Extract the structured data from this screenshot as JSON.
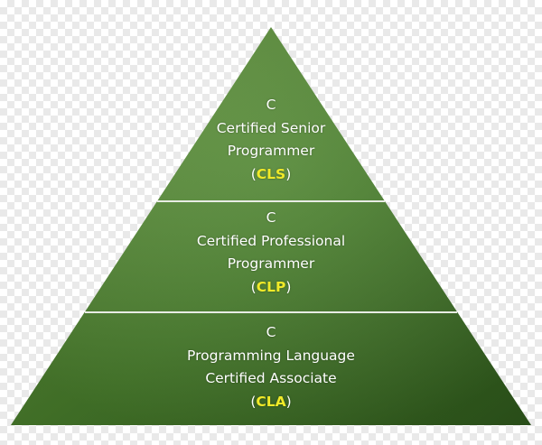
{
  "colors": {
    "pyramid_green": "#497f2c",
    "pyramid_green_dark": "#2f5a1c",
    "pyramid_green_light": "#6a9c45",
    "divider": "#e8ece4",
    "abbreviation": "#f1ea28",
    "text": "#ffffff"
  },
  "tiers": [
    {
      "letter": "C",
      "line1": "Certified Senior",
      "line2": "Programmer",
      "paren_open": "(",
      "abbreviation": "CLS",
      "paren_close": ")"
    },
    {
      "letter": "C",
      "line1": "Certified Professional",
      "line2": "Programmer",
      "paren_open": "(",
      "abbreviation": "CLP",
      "paren_close": ")"
    },
    {
      "letter": "C",
      "line1": "Programming Language",
      "line2": "Certified Associate",
      "paren_open": "(",
      "abbreviation": "CLA",
      "paren_close": ")"
    }
  ]
}
